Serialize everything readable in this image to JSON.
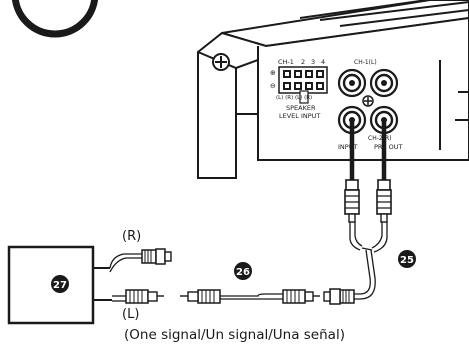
{
  "amp_panel": {
    "speaker_input": {
      "channel_numbers": [
        "CH-1",
        "2",
        "3",
        "4"
      ],
      "polarity_plus": "⊕",
      "polarity_minus": "⊖",
      "lr_labels": "(L) (R) (L) (R)",
      "label_line1": "SPEAKER",
      "label_line2": "LEVEL INPUT"
    },
    "rca_section": {
      "ch1_label": "CH-1(L)",
      "ch2_label": "CH-2(R)",
      "input_label": "INPUT",
      "preout_label": "PRE OUT"
    }
  },
  "callouts": {
    "source_unit": "㉗",
    "extension_cable": "㉖",
    "y_cable": "㉕"
  },
  "channel_labels": {
    "right": "(R)",
    "left": "(L)"
  },
  "caption": "(One signal/Un signal/Una señal)",
  "colors": {
    "line": "#1a1a1a",
    "background": "#ffffff",
    "panel_gray": "#dcdcdc"
  }
}
